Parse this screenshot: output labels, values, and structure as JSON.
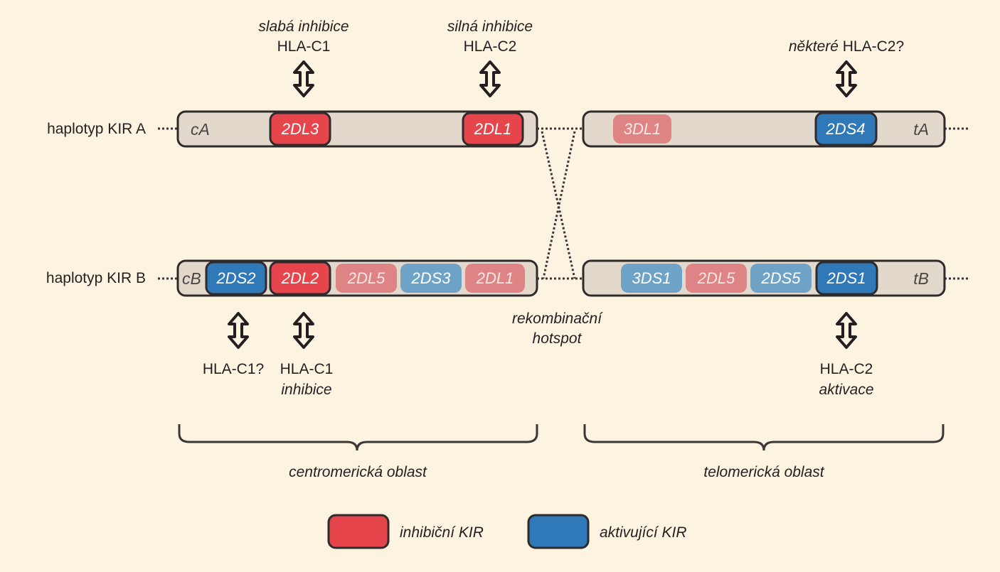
{
  "colors": {
    "background": "#fdf3e1",
    "bar_fill": "#e3d8cc",
    "bar_stroke": "#2f2b2c",
    "inhibitory": "#e6454b",
    "inhibitory_faded": "#de8485",
    "activating": "#2f79b8",
    "activating_faded": "#6ea3c7"
  },
  "haplotypes": {
    "a_label": "haplotyp KIR A",
    "b_label": "haplotyp KIR B"
  },
  "segments": {
    "cA": {
      "end_label": "cA",
      "genes": [
        {
          "label": "2DL3",
          "kind": "inhibitory",
          "faded": false
        },
        {
          "label": "2DL1",
          "kind": "inhibitory",
          "faded": false
        }
      ]
    },
    "tA": {
      "end_label": "tA",
      "genes": [
        {
          "label": "3DL1",
          "kind": "inhibitory",
          "faded": true
        },
        {
          "label": "2DS4",
          "kind": "activating",
          "faded": false
        }
      ]
    },
    "cB": {
      "end_label": "cB",
      "genes": [
        {
          "label": "2DS2",
          "kind": "activating",
          "faded": false
        },
        {
          "label": "2DL2",
          "kind": "inhibitory",
          "faded": false
        },
        {
          "label": "2DL5",
          "kind": "inhibitory",
          "faded": true
        },
        {
          "label": "2DS3",
          "kind": "activating",
          "faded": true
        },
        {
          "label": "2DL1",
          "kind": "inhibitory",
          "faded": true
        }
      ]
    },
    "tB": {
      "end_label": "tB",
      "genes": [
        {
          "label": "3DS1",
          "kind": "activating",
          "faded": true
        },
        {
          "label": "2DL5",
          "kind": "inhibitory",
          "faded": true
        },
        {
          "label": "2DS5",
          "kind": "activating",
          "faded": true
        },
        {
          "label": "2DS1",
          "kind": "activating",
          "faded": false
        }
      ]
    }
  },
  "annotations": {
    "a_2dl3": {
      "line1": "slabá inhibice",
      "line2": "HLA-C1"
    },
    "a_2dl1": {
      "line1": "silná inhibice",
      "line2": "HLA-C2"
    },
    "a_2ds4": {
      "italic": "některé",
      "plain": " HLA-C2?"
    },
    "b_2ds2": {
      "line1": "HLA-C1?"
    },
    "b_2dl2": {
      "line1": "HLA-C1",
      "line2": "inhibice"
    },
    "b_2ds1": {
      "line1": "HLA-C2",
      "line2": "aktivace"
    },
    "hotspot": {
      "line1": "rekombinační",
      "line2": "hotspot"
    }
  },
  "regions": {
    "centromeric": "centromerická oblast",
    "telomeric": "telomerická oblast"
  },
  "legend": {
    "inhibitory_label": "inhibiční KIR",
    "activating_label": "aktivující KIR"
  }
}
